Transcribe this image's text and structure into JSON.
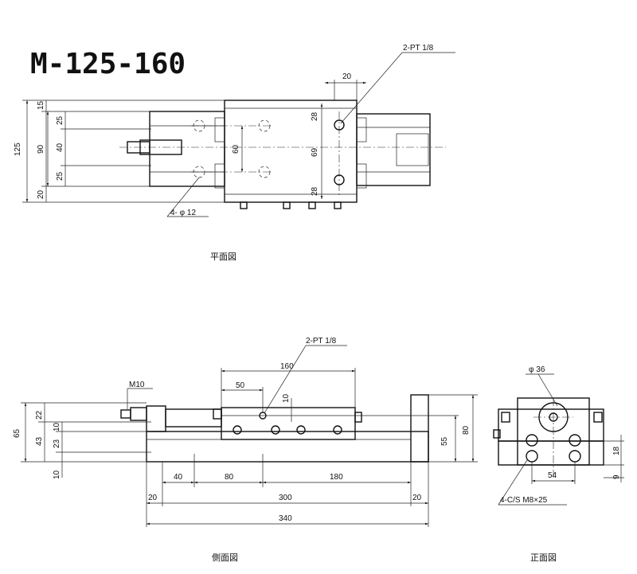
{
  "title": "M-125-160",
  "captions": {
    "plan": "平面図",
    "side": "側面図",
    "front": "正面図"
  },
  "callouts": {
    "port_plan": "2-PT 1/8",
    "port_side": "2-PT 1/8",
    "holes_plan": "4- φ 12",
    "thread": "M10",
    "bore": "φ 36",
    "counterbore": "4-C/S M8×25"
  },
  "plan_dims": {
    "d15": "15",
    "d25a": "25",
    "d40": "40",
    "d25b": "25",
    "d20": "20",
    "d90": "90",
    "d125": "125",
    "d60": "60",
    "d69": "69",
    "d28a": "28",
    "d28b": "28",
    "d20top": "20"
  },
  "side_dims": {
    "d160": "160",
    "d50": "50",
    "d10top": "10",
    "d22": "22",
    "d43": "43",
    "d65": "65",
    "d10a": "10",
    "d23": "23",
    "d10b": "10",
    "d55": "55",
    "d80": "80",
    "d40": "40",
    "d80b": "80",
    "d180": "180",
    "d20l": "20",
    "d300": "300",
    "d20r": "20",
    "d340": "340"
  },
  "front_dims": {
    "d18": "18",
    "d9": "9",
    "d54": "54"
  }
}
